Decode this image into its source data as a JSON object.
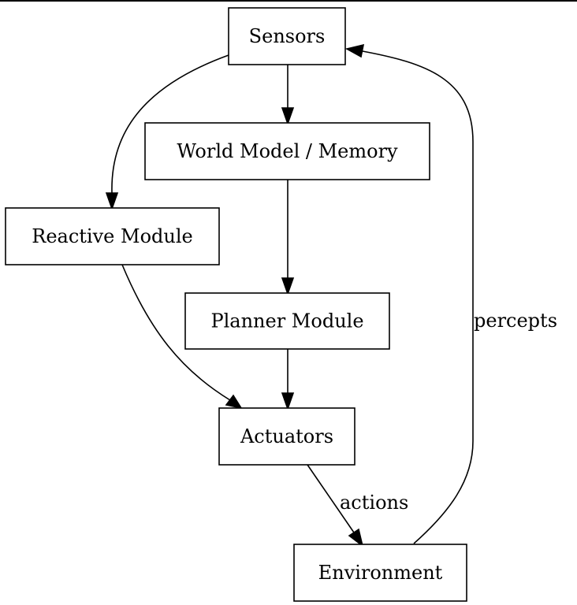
{
  "diagram": {
    "nodes": {
      "sensors": "Sensors",
      "world_model": "World Model / Memory",
      "reactive": "Reactive Module",
      "planner": "Planner Module",
      "actuators": "Actuators",
      "environment": "Environment"
    },
    "edge_labels": {
      "actions": "actions",
      "percepts": "percepts"
    }
  }
}
